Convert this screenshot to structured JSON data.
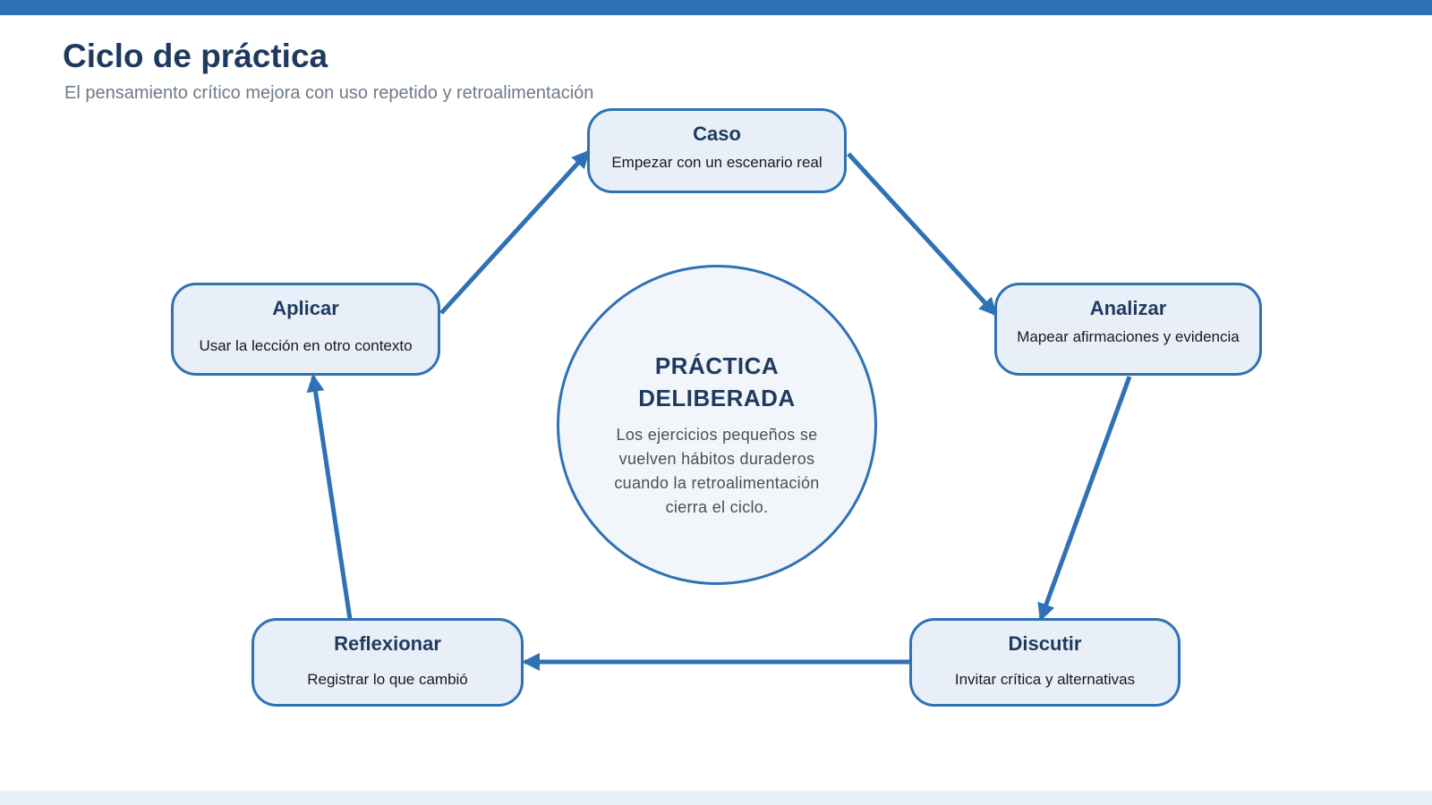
{
  "header": {
    "title": "Ciclo de práctica",
    "subtitle": "El pensamiento crítico mejora con uso repetido y retroalimentación"
  },
  "center": {
    "title": "PRÁCTICA DELIBERADA",
    "description": "Los ejercicios pequeños se vuelven hábitos duraderos cuando la retroalimentación cierra el ciclo."
  },
  "steps": [
    {
      "title": "Caso",
      "description": "Empezar con un escenario real"
    },
    {
      "title": "Analizar",
      "description": "Mapear afirmaciones y evidencia"
    },
    {
      "title": "Discutir",
      "description": "Invitar crítica y alternativas"
    },
    {
      "title": "Reflexionar",
      "description": "Registrar lo que cambió"
    },
    {
      "title": "Aplicar",
      "description": "Usar la lección en otro contexto"
    }
  ],
  "colors": {
    "accent": "#2e72b5",
    "title": "#1f3a5f",
    "node_fill": "#e8eff8",
    "center_fill": "#f2f5fa"
  }
}
